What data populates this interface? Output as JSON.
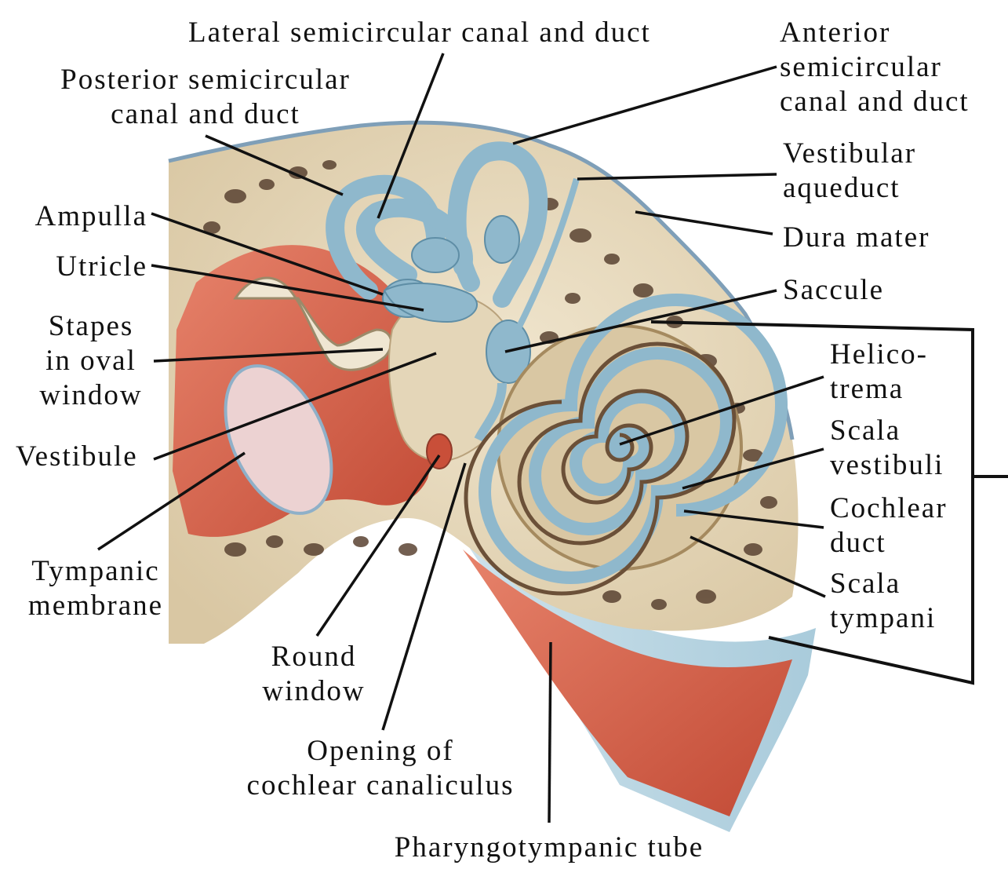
{
  "colors": {
    "background": "#ffffff",
    "bone": "#e9dcc2",
    "bone_pore": "#5a4332",
    "labyrinth_blue": "#8fb8cc",
    "labyrinth_blue_dark": "#5f8ea6",
    "tissue_red": "#d9604a",
    "tissue_red_dark": "#b8432f",
    "tube_blue": "#bcd9e6",
    "membrane_pink": "#e8c6c6",
    "leader_line": "#111111"
  },
  "labels": {
    "lateral_canal": [
      "Lateral semicircular canal and duct"
    ],
    "anterior_canal": [
      "Anterior",
      "semicircular",
      "canal and duct"
    ],
    "posterior_canal": [
      "Posterior semicircular",
      "canal and duct"
    ],
    "vestibular_aqueduct": [
      "Vestibular",
      "aqueduct"
    ],
    "ampulla": [
      "Ampulla"
    ],
    "dura_mater": [
      "Dura mater"
    ],
    "utricle": [
      "Utricle"
    ],
    "saccule": [
      "Saccule"
    ],
    "stapes": [
      "Stapes",
      "in oval",
      "window"
    ],
    "helicotrema": [
      "Helico-",
      "trema"
    ],
    "scala_vestibuli": [
      "Scala",
      "vestibuli"
    ],
    "vestibule": [
      "Vestibule"
    ],
    "cochlear_duct": [
      "Cochlear",
      "duct"
    ],
    "scala_tympani": [
      "Scala",
      "tympani"
    ],
    "tympanic_membrane": [
      "Tympanic",
      "membrane"
    ],
    "round_window": [
      "Round",
      "window"
    ],
    "opening_cochlear_canaliculus": [
      "Opening of",
      "cochlear canaliculus"
    ],
    "pharyngotympanic_tube": [
      "Pharyngotympanic tube"
    ]
  }
}
